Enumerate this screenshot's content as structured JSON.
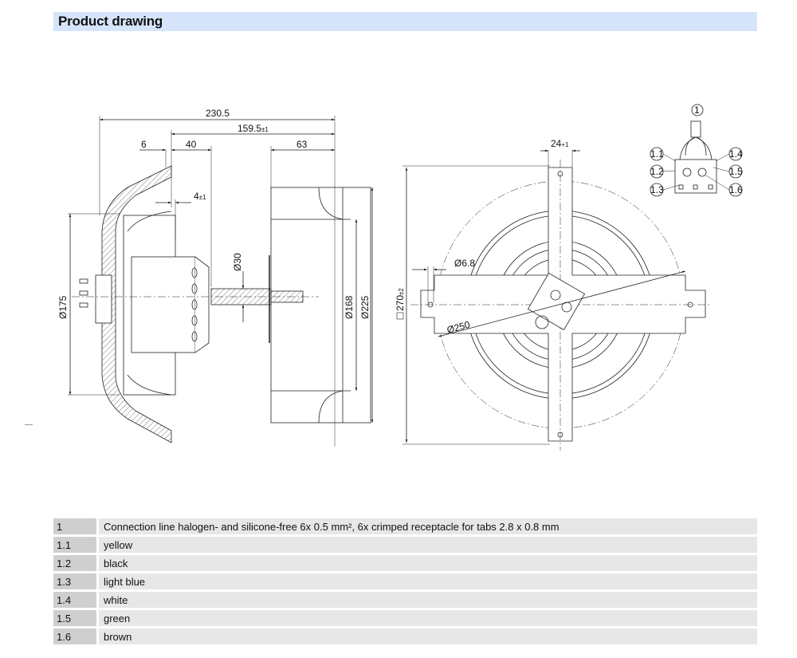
{
  "header": {
    "title": "Product drawing"
  },
  "side_view": {
    "dims": {
      "overall_length": "230.5",
      "length_159": "159.5",
      "length_159_tol": "±1",
      "flange_6": "6",
      "dim_40": "40",
      "dim_63": "63",
      "dim_4": "4",
      "dim_4_tol": "±1",
      "dia_175": "Ø175",
      "dia_30": "Ø30",
      "dia_168": "Ø168",
      "dia_225": "Ø225"
    }
  },
  "front_view": {
    "dims": {
      "width_24": "24",
      "width_24_tol": "+1",
      "hole_dia": "Ø6.8",
      "bolt_circle": "Ø250",
      "square_270": "270",
      "square_270_tol": "±2"
    }
  },
  "connector_detail": {
    "callouts": [
      "1",
      "1.1",
      "1.2",
      "1.3",
      "1.4",
      "1.5",
      "1.6"
    ]
  },
  "legend": {
    "rows": [
      {
        "num": "1",
        "desc": "Connection line halogen- and silicone-free 6x 0.5 mm², 6x crimped receptacle for tabs 2.8 x 0.8 mm"
      },
      {
        "num": "1.1",
        "desc": "yellow"
      },
      {
        "num": "1.2",
        "desc": "black"
      },
      {
        "num": "1.3",
        "desc": "light blue"
      },
      {
        "num": "1.4",
        "desc": "white"
      },
      {
        "num": "1.5",
        "desc": "green"
      },
      {
        "num": "1.6",
        "desc": "brown"
      }
    ]
  },
  "colors": {
    "header_bg": "#d6e4fb",
    "num_cell_bg": "#cfcfcf",
    "desc_cell_bg": "#e7e7e7"
  }
}
